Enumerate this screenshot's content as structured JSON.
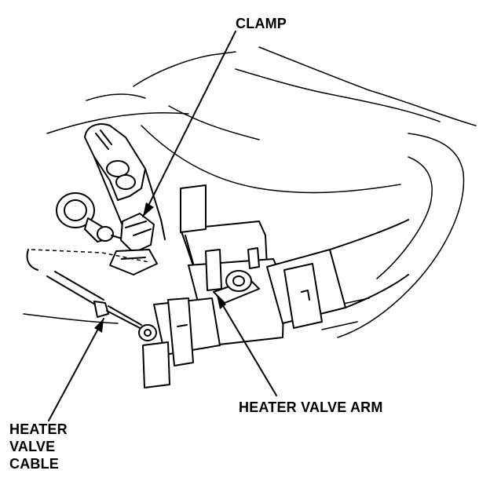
{
  "labels": {
    "clamp": "CLAMP",
    "heater_valve_arm": "HEATER VALVE ARM",
    "heater_valve_cable": [
      "HEATER",
      "VALVE",
      "CABLE"
    ]
  },
  "colors": {
    "ink": "#000000",
    "paper": "#ffffff"
  }
}
